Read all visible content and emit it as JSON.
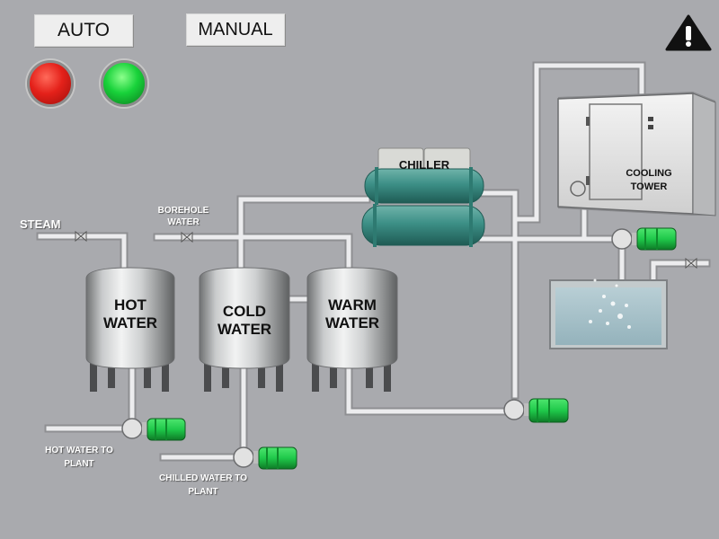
{
  "controls": {
    "auto_label": "AUTO",
    "manual_label": "MANUAL",
    "indicator_stop_color": "#e4211a",
    "indicator_run_color": "#18d23a"
  },
  "alert": {
    "icon": "warning-icon",
    "glyph": "!"
  },
  "inputs": {
    "steam_label": "STEAM",
    "borehole_label_1": "BOREHOLE",
    "borehole_label_2": "WATER"
  },
  "tanks": {
    "hot": {
      "line1": "HOT",
      "line2": "WATER"
    },
    "cold": {
      "line1": "COLD",
      "line2": "WATER"
    },
    "warm": {
      "line1": "WARM",
      "line2": "WATER"
    }
  },
  "chiller": {
    "label": "CHILLER"
  },
  "cooling_tower": {
    "line1": "COOLING",
    "line2": "TOWER"
  },
  "outputs": {
    "hot_line1": "HOT WATER TO",
    "hot_line2": "PLANT",
    "chilled_line1": "CHILLED WATER TO",
    "chilled_line2": "PLANT"
  },
  "colors": {
    "background": "#a9aaae",
    "pump_motor": "#1fc94a",
    "chiller_shell": "#3c8f86",
    "pipe": "#e8e8ea"
  }
}
